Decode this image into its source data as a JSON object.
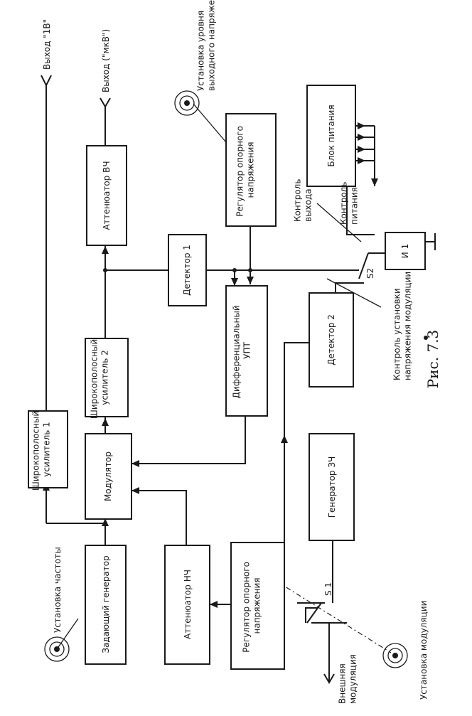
{
  "blocks": {
    "master_generator": "Задающий генератор",
    "modulator": "Модулятор",
    "wideband_amp_1": "Широкополосный\nусилитель 1",
    "wideband_amp_2": "Широкополосный\nусилитель 2",
    "rf_attenuator": "Аттенюатор ВЧ",
    "ref_voltage_regulator_top": "Регулятор опорного\nнапряжения",
    "detector_1": "Детектор 1",
    "differential_dc_amp": "Дифференциальный\nУПТ",
    "lf_attenuator": "Аттенюатор НЧ",
    "ref_voltage_regulator_bottom": "Регулятор опорного\nнапряжения",
    "detector_2": "Детектор 2",
    "af_generator": "Генератор ЗЧ",
    "power_supply": "Блок питания",
    "meter": "И 1"
  },
  "labels": {
    "output_1v": "Выход \"1В\"",
    "output_uv": "Выход (\"мкВ\")",
    "frequency_setting": "Установка частоты",
    "output_level_setting": "Установка уровня\nвыходного напряжения",
    "modulation_setting": "Установка модуляции",
    "external_modulation": "Внешняя\nмодуляция",
    "output_control": "Контроль\nвыхода",
    "power_control": "Контроль\nпитания",
    "modulation_voltage_control": "Контроль установки\nнапряжения модуляции",
    "switch_s1": "S 1",
    "switch_s2": "S2"
  },
  "caption": "Рис. 7.3"
}
